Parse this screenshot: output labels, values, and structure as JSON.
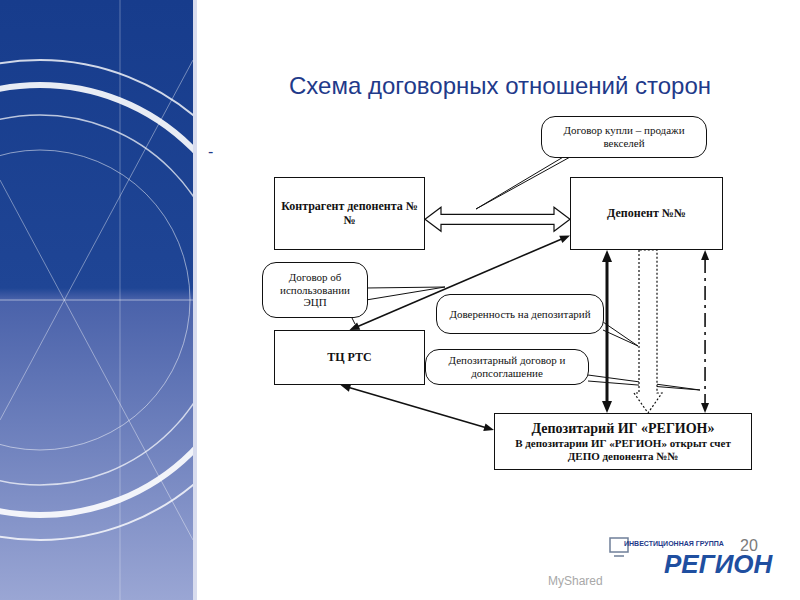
{
  "diagram": {
    "title": "Схема договорных отношений сторон",
    "nodes": [
      {
        "text": [
          "Договор купли – продажи векселей"
        ]
      },
      {
        "text": [
          "Контрагент депонента №№"
        ]
      },
      {
        "text": [
          "Депонент №№"
        ]
      },
      {
        "text": [
          "Договор об использовании ЭЦП"
        ]
      },
      {
        "text": [
          "Доверенность на депозитарий"
        ]
      },
      {
        "text": [
          "ТЦ РТС"
        ]
      },
      {
        "text": [
          "Депозитарный договор и допсоглашение"
        ]
      },
      {
        "text": [
          "Депозитарий ИГ «РЕГИОН»",
          "В депозитарии ИГ «РЕГИОН» открыт счет ДЕПО депонента №№"
        ]
      }
    ],
    "edges": [
      {
        "from": 1,
        "to": 2,
        "arrow": "both"
      },
      {
        "from": 5,
        "to": 2,
        "arrow": "both"
      },
      {
        "from": 5,
        "to": 7,
        "arrow": "both"
      },
      {
        "from": 2,
        "to": 7,
        "arrow": "both"
      },
      {
        "from": 2,
        "to": 7,
        "arrow": "to"
      },
      {
        "from": 2,
        "to": 7,
        "arrow": "both"
      }
    ],
    "labels": [
      "-",
      "ИНВЕСТИЦИОННАЯ ГРУППА",
      "РЕГИОН",
      "20",
      "MyShared"
    ]
  }
}
